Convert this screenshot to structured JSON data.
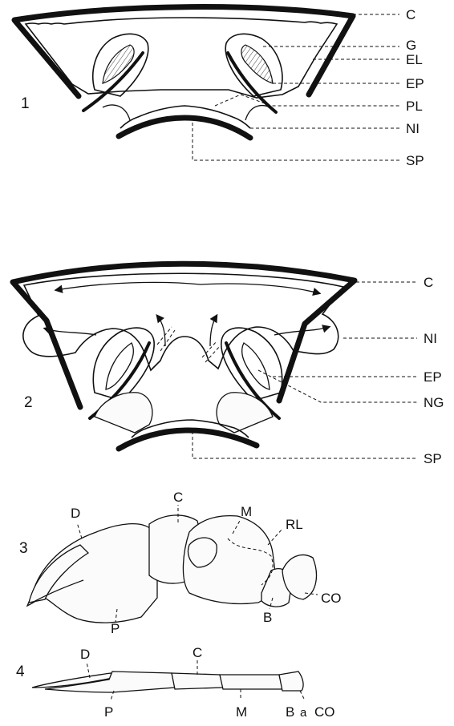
{
  "figure": {
    "fig1": {
      "number": "1",
      "labels": {
        "c": "C",
        "g": "G",
        "el": "EL",
        "ep": "EP",
        "pl": "PL",
        "ni": "NI",
        "sp": "SP"
      }
    },
    "fig2": {
      "number": "2",
      "labels": {
        "c": "C",
        "ni": "NI",
        "ep": "EP",
        "ng": "NG",
        "sp": "SP"
      }
    },
    "fig3": {
      "number": "3",
      "labels": {
        "d": "D",
        "c": "C",
        "m": "M",
        "rl": "RL",
        "p": "P",
        "b": "B",
        "co": "CO"
      }
    },
    "fig4": {
      "number": "4",
      "labels": {
        "d": "D",
        "c": "C",
        "p": "P",
        "m": "M",
        "b": "B",
        "a": "a",
        "co": "CO"
      }
    }
  }
}
